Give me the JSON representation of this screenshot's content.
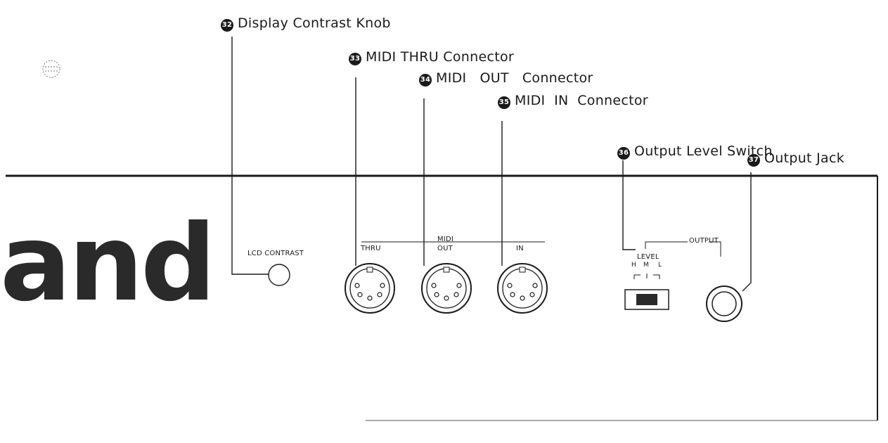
{
  "callouts": [
    {
      "num": "32",
      "text": "Display Contrast Knob"
    },
    {
      "num": "33",
      "text": "MIDI THRU Connector"
    },
    {
      "num": "34",
      "text": "MIDI   OUT   Connector"
    },
    {
      "num": "35",
      "text": "MIDI  IN  Connector"
    },
    {
      "num": "36",
      "text": "Output Level Switch"
    },
    {
      "num": "37",
      "text": "Output Jack"
    }
  ],
  "panel": {
    "brand_fragment": "and",
    "lcd_contrast": "LCD CONTRAST",
    "midi": "MIDI",
    "thru": "THRU",
    "out": "OUT",
    "in": "IN",
    "output": "OUTPUT",
    "level": "LEVEL",
    "level_h": "H",
    "level_m": "M",
    "level_l": "L"
  }
}
